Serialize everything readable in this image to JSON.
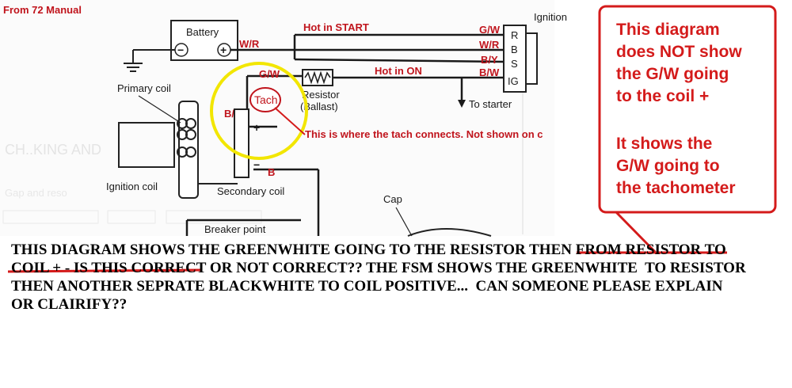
{
  "source_label": "From 72 Manual",
  "battery": {
    "label": "Battery",
    "neg": "−",
    "pos": "+"
  },
  "wires": {
    "wr": "W/R",
    "hot_start": "Hot in START",
    "gw_switch": "G/W",
    "wr_switch": "W/R",
    "by_switch": "B/Y",
    "bw_switch": "B/W",
    "gw_resistor": "G/W",
    "hot_on": "Hot in ON",
    "bw_coil": "B/W",
    "b_neg": "B"
  },
  "ignition": {
    "label": "Ignition",
    "terminals": [
      "R",
      "B",
      "S",
      "IG"
    ],
    "to_starter": "To starter"
  },
  "components": {
    "primary_coil": "Primary coil",
    "ignition_coil": "Ignition coil",
    "secondary_coil": "Secondary coil",
    "resistor": "Resistor",
    "ballast": "(Ballast)",
    "cap": "Cap",
    "breaker_point": "Breaker point",
    "tach": "Tach",
    "plus": "+",
    "minus": "−"
  },
  "tach_note": "This is where the tach connects. Not shown on c",
  "callout": {
    "lines": [
      "This diagram",
      "does NOT show",
      "the G/W going",
      "to the coil +",
      "",
      "It shows the",
      "G/W going to",
      "the tachometer"
    ]
  },
  "question": {
    "part1": "THIS DIAGRAM SHOWS THE GREENWHITE GOING TO THE RESISTOR ",
    "struck1": "THEN FROM",
    "struck2": "RESISTOR TO COIL +",
    "part2": " - IS THIS CORRECT OR NOT CORRECT?? THE FSM SHOWS THE GREENWHITE  TO RESISTOR THEN ANOTHER SEPRATE BLACKWHITE TO COIL POSITIVE...  CAN SOMEONE PLEASE EXPLAIN OR CLAIRIFY??"
  },
  "colors": {
    "annotation_red": "#d41b1b",
    "highlight_yellow": "#f2e600",
    "scan_gray": "#c8c8c8"
  }
}
